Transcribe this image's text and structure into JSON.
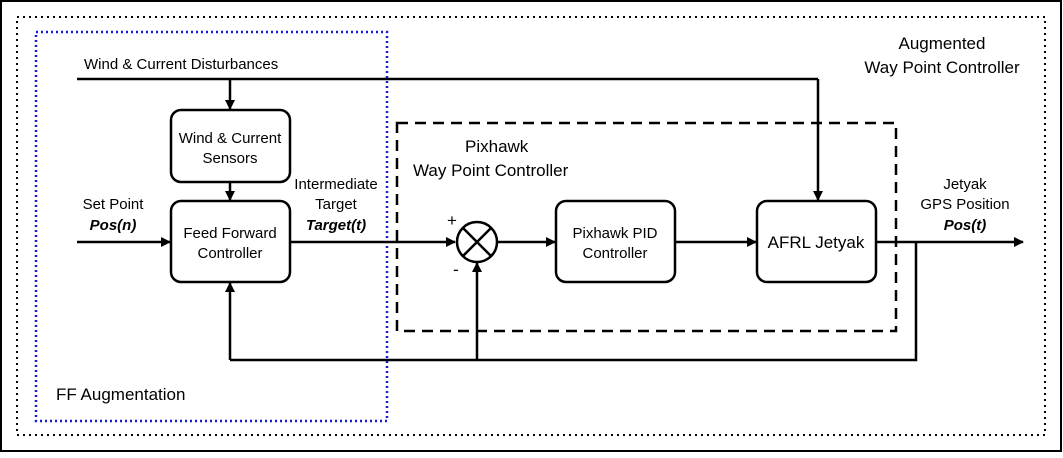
{
  "diagram": {
    "outer_title_line1": "Augmented",
    "outer_title_line2": "Way Point Controller",
    "ff_region_label": "FF Augmentation",
    "pixhawk_region_line1": "Pixhawk",
    "pixhawk_region_line2": "Way Point Controller",
    "disturbance_label": "Wind & Current Disturbances",
    "sensor_block_line1": "Wind & Current",
    "sensor_block_line2": "Sensors",
    "ff_block_line1": "Feed Forward",
    "ff_block_line2": "Controller",
    "pid_block_line1": "Pixhawk PID",
    "pid_block_line2": "Controller",
    "plant_block": "AFRL Jetyak",
    "setpoint_line1": "Set Point",
    "setpoint_line2": "Pos(n)",
    "intermediate_line1": "Intermediate",
    "intermediate_line2": "Target",
    "intermediate_line3": "Target(t)",
    "output_line1": "Jetyak",
    "output_line2": "GPS Position",
    "output_line3": "Pos(t)",
    "sum_plus": "+",
    "sum_minus": "-",
    "colors": {
      "ff_region_border": "#1a1ad6",
      "line": "#000000"
    }
  }
}
